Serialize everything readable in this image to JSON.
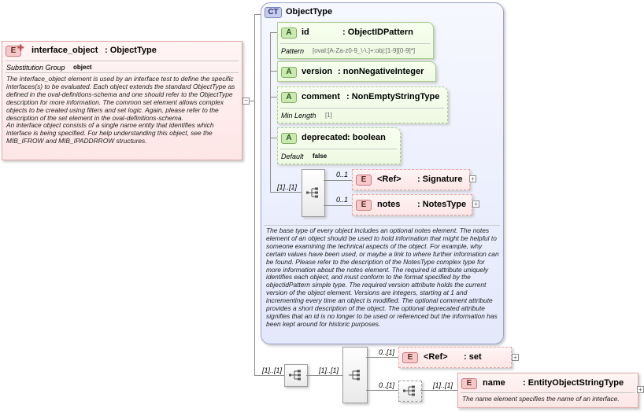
{
  "root": {
    "badge": "E",
    "name": "interface_object",
    "type": ": ObjectType",
    "subst_label": "Substitution Group",
    "subst_value": "object",
    "doc": "The interface_object element is used by an interface test to define the specific interfaces(s) to be evaluated. Each object extends the standard ObjectType as defined in the oval-definitions-schema and one should refer to the ObjectType description for more information. The common set element allows complex objects to be created using filters and set logic. Again, please refer to the description of the set element in the oval-definitions-schema.\nAn interface object consists of a single name entity that identifies which interface is being specified. For help understanding this object, see the MIB_IFROW and MIB_IPADDRROW structures."
  },
  "complex_type": {
    "badge": "CT",
    "name": "ObjectType",
    "attributes": [
      {
        "badge": "A",
        "name": "id",
        "type": ": ObjectIDPattern",
        "facet_label": "Pattern",
        "facet_value": "[oval:[A-Za-z0-9_\\-\\.]+:obj:[1-9][0-9]*]"
      },
      {
        "badge": "A",
        "name": "version",
        "type": ": nonNegativeInteger"
      },
      {
        "badge": "A",
        "name": "comment",
        "type": ": NonEmptyStringType",
        "facet_label": "Min Length",
        "facet_value": "[1]"
      },
      {
        "badge": "A",
        "name": "deprecated",
        "type": ": boolean",
        "facet_label": "Default",
        "facet_value": "false"
      }
    ],
    "sequence_card": "[1]..[1]",
    "children": [
      {
        "badge": "E",
        "name": "<Ref>",
        "type": ": Signature",
        "card": "0..1"
      },
      {
        "badge": "E",
        "name": "notes",
        "type": ": NotesType",
        "card": "0..1"
      }
    ],
    "doc": "The base type of every object includes an optional notes element. The notes element of an object should be used to hold information that might be helpful to someone examining the technical aspects of the object. For example, why certain values have been used, or maybe a link to where further information can be found. Please refer to the description of the NotesType complex type for more information about the notes element. The required id attribute uniquely identifies each object, and must conform to the format specified by the objectidPattern simple type. The required version attribute holds the current version of the object element. Versions are integers, starting at 1 and incrementing every time an object is modified. The optional comment attribute provides a short description of the object. The optional deprecated attribute signifies that an id is no longer to be used or referenced but the information has been kept around for historic purposes."
  },
  "bottom": {
    "seq1_card": "[1]..[1]",
    "choice_card": "[1]..[1]",
    "set": {
      "badge": "E",
      "name": "<Ref>",
      "type": ": set",
      "card": "0..[1]"
    },
    "seq2_card": "0..[1]",
    "seq3_card": "[1]..[1]",
    "name_elem": {
      "badge": "E",
      "name": "name",
      "type": ": EntityObjectStringType",
      "doc": "The name element specifies the name of an interface."
    }
  }
}
